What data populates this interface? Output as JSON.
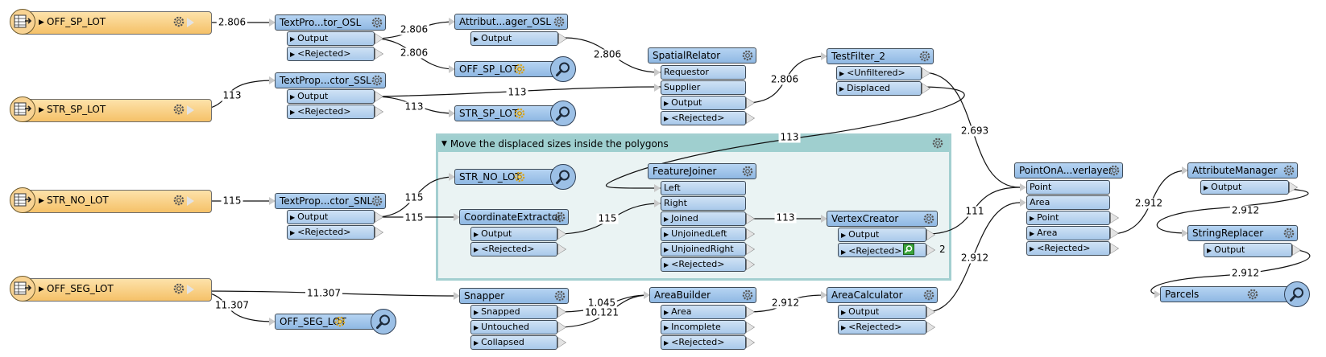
{
  "colors": {
    "reader": "#f5c168",
    "transformer": "#8fb8e3",
    "port": "#a9c9ea",
    "bookmark": "#a3cfd0",
    "wire": "#111111"
  },
  "bookmark": {
    "title": "Move the displaced sizes inside the polygons"
  },
  "readers": [
    {
      "id": "r1",
      "name": "OFF_SP_LOT",
      "icon": "table-reader-icon"
    },
    {
      "id": "r2",
      "name": "STR_SP_LOT",
      "icon": "table-reader-icon"
    },
    {
      "id": "r3",
      "name": "STR_NO_LOT",
      "icon": "table-reader-icon"
    },
    {
      "id": "r4",
      "name": "OFF_SEG_LOT",
      "icon": "table-reader-icon"
    }
  ],
  "transformers": [
    {
      "id": "tp1",
      "name": "TextPro...tor_OSL",
      "outputs": [
        "Output",
        "<Rejected>"
      ]
    },
    {
      "id": "tp2",
      "name": "TextProp...ctor_SSL",
      "outputs": [
        "Output",
        "<Rejected>"
      ]
    },
    {
      "id": "tp3",
      "name": "TextProp...ctor_SNL",
      "outputs": [
        "Output",
        "<Rejected>"
      ]
    },
    {
      "id": "am1",
      "name": "Attribut...ager_OSL",
      "outputs": [
        "Output"
      ]
    },
    {
      "id": "sr",
      "name": "SpatialRelator",
      "inputs": [
        "Requestor",
        "Supplier"
      ],
      "outputs": [
        "Output",
        "<Rejected>"
      ]
    },
    {
      "id": "tf",
      "name": "TestFilter_2",
      "outputs": [
        "<Unfiltered>",
        "Displaced"
      ]
    },
    {
      "id": "fj",
      "name": "FeatureJoiner",
      "inputs": [
        "Left",
        "Right"
      ],
      "outputs": [
        "Joined",
        "UnjoinedLeft",
        "UnjoinedRight",
        "<Rejected>"
      ]
    },
    {
      "id": "ce",
      "name": "CoordinateExtractor",
      "outputs": [
        "Output",
        "<Rejected>"
      ]
    },
    {
      "id": "vc",
      "name": "VertexCreator",
      "outputs": [
        "Output",
        "<Rejected>"
      ]
    },
    {
      "id": "sn",
      "name": "Snapper",
      "outputs": [
        "Snapped",
        "Untouched",
        "Collapsed"
      ]
    },
    {
      "id": "ab",
      "name": "AreaBuilder",
      "outputs": [
        "Area",
        "Incomplete",
        "<Rejected>"
      ]
    },
    {
      "id": "ac",
      "name": "AreaCalculator",
      "outputs": [
        "Output",
        "<Rejected>"
      ]
    },
    {
      "id": "po",
      "name": "PointOnA...verlayer",
      "inputs": [
        "Point",
        "Area"
      ],
      "outputs": [
        "Point",
        "Area",
        "<Rejected>"
      ]
    },
    {
      "id": "am2",
      "name": "AttributeManager",
      "outputs": [
        "Output"
      ]
    },
    {
      "id": "srp",
      "name": "StringReplacer",
      "outputs": [
        "Output"
      ]
    }
  ],
  "writers": [
    {
      "id": "w1",
      "name": "OFF_SP_LOT"
    },
    {
      "id": "w2",
      "name": "STR_SP_LOT"
    },
    {
      "id": "w3",
      "name": "STR_NO_LOT"
    },
    {
      "id": "w4",
      "name": "OFF_SEG_LOT"
    },
    {
      "id": "w5",
      "name": "Parcels"
    }
  ],
  "rejected_count": "2",
  "connections": [
    {
      "from": "r1",
      "to": "tp1",
      "count": "2.806"
    },
    {
      "from": "tp1.Output",
      "to": "am1",
      "count": "2.806"
    },
    {
      "from": "tp1.Output",
      "to": "w1",
      "count": "2.806"
    },
    {
      "from": "am1.Output",
      "to": "sr.Requestor",
      "count": "2.806"
    },
    {
      "from": "r2",
      "to": "tp2",
      "count": "113"
    },
    {
      "from": "tp2.Output",
      "to": "sr.Supplier",
      "count": "113"
    },
    {
      "from": "tp2.Output",
      "to": "w2",
      "count": "113"
    },
    {
      "from": "sr.Output",
      "to": "tf",
      "count": "2.806"
    },
    {
      "from": "tf.<Unfiltered>",
      "to": "po.Point",
      "count": "2.693"
    },
    {
      "from": "tf.Displaced",
      "to": "fj.Left",
      "count": "113"
    },
    {
      "from": "r3",
      "to": "tp3",
      "count": "115"
    },
    {
      "from": "tp3.Output",
      "to": "w3",
      "count": "115"
    },
    {
      "from": "tp3.Output",
      "to": "ce",
      "count": "115"
    },
    {
      "from": "ce.Output",
      "to": "fj.Right",
      "count": "115"
    },
    {
      "from": "fj.Joined",
      "to": "vc",
      "count": "113"
    },
    {
      "from": "vc.Output",
      "to": "po.Point",
      "count": "111"
    },
    {
      "from": "r4",
      "to": "sn",
      "count": "11.307"
    },
    {
      "from": "r4",
      "to": "w4",
      "count": "11.307"
    },
    {
      "from": "sn.Snapped",
      "to": "ab",
      "count": "1.045"
    },
    {
      "from": "sn.Untouched",
      "to": "ab",
      "count": "10.121"
    },
    {
      "from": "ab.Area",
      "to": "ac",
      "count": "2.912"
    },
    {
      "from": "ac.Output",
      "to": "po.Area",
      "count": "2.912"
    },
    {
      "from": "po.Area",
      "to": "am2",
      "count": "2.912"
    },
    {
      "from": "am2.Output",
      "to": "srp",
      "count": "2.912"
    },
    {
      "from": "srp.Output",
      "to": "w5",
      "count": "2.912"
    }
  ]
}
